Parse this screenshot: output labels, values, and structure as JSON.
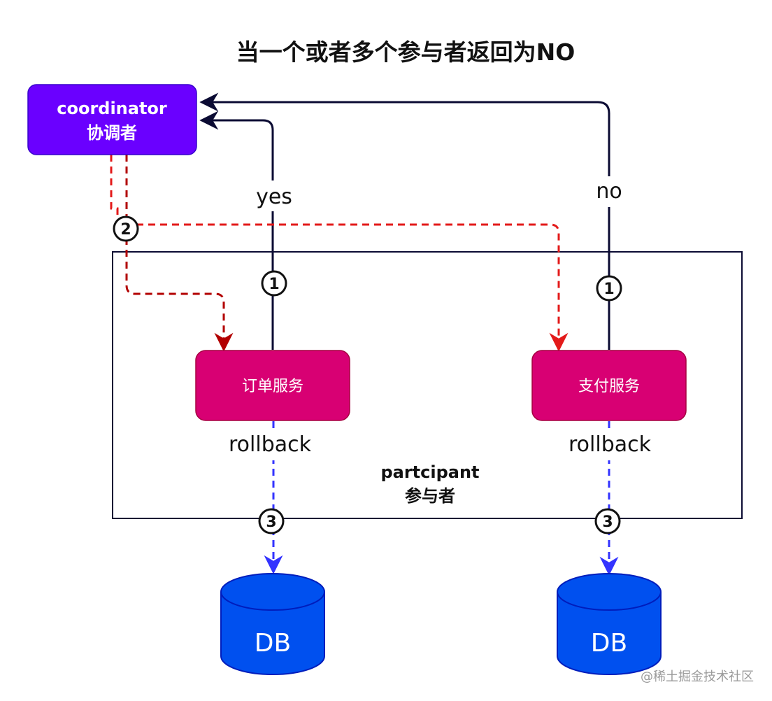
{
  "title": "当一个或者多个参与者返回为NO",
  "coordinator": {
    "line1": "coordinator",
    "line2": "协调者",
    "fill": "#6a00ff"
  },
  "participant_group": {
    "line1": "partcipant",
    "line2": "参与者"
  },
  "services": [
    {
      "name": "订单服务",
      "action": "rollback",
      "fill": "#d80073"
    },
    {
      "name": "支付服务",
      "action": "rollback",
      "fill": "#d80073"
    }
  ],
  "databases": [
    {
      "label": "DB",
      "fill": "#0050ef"
    },
    {
      "label": "DB",
      "fill": "#0050ef"
    }
  ],
  "responses": {
    "yes": "yes",
    "no": "no"
  },
  "steps": {
    "one": "1",
    "two": "2",
    "three": "3"
  },
  "colors": {
    "response_arrow": "#0b0b33",
    "rollback_cmd_dark": "#b20000",
    "rollback_cmd_red": "#e31a1a",
    "db_arrow": "#3333ff"
  },
  "watermark": "@稀土掘金技术社区"
}
